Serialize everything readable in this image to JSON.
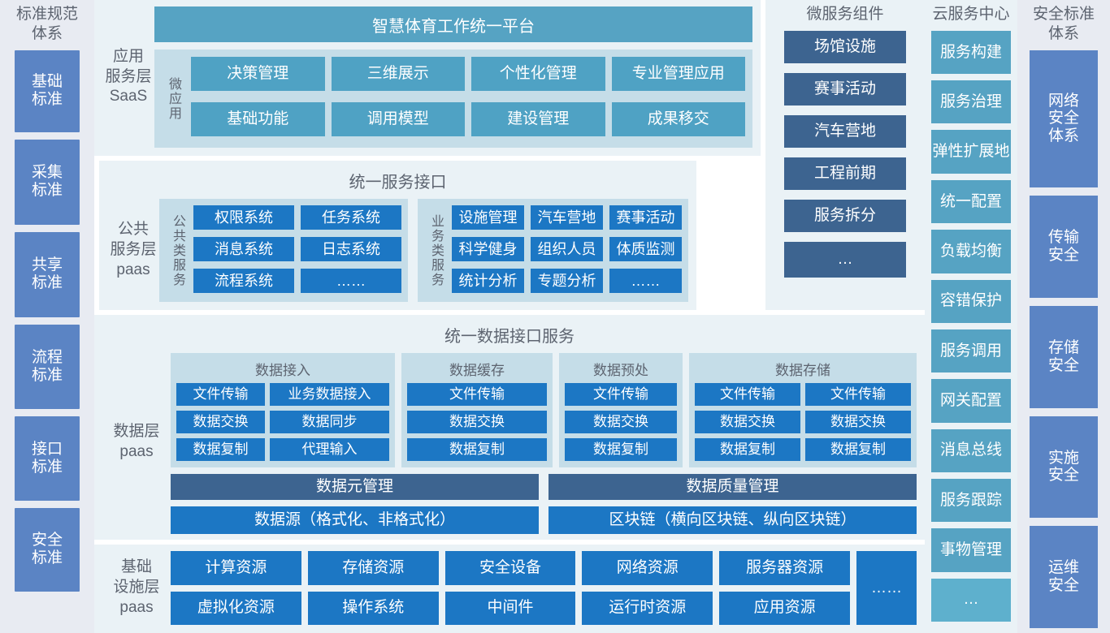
{
  "colors": {
    "panel_bg": "#eaf2f6",
    "inner_bg": "#c5dde8",
    "teal": "#4fa2c4",
    "teal_header": "#56a3c3",
    "bright_blue": "#1c77c4",
    "slate_blue": "#3d6490",
    "periwinkle": "#5b84c4",
    "side_bg": "#e8ebf2",
    "title_text": "#5d6470"
  },
  "standards_column": {
    "title": "标准规范\n体系",
    "title_line1": "标准规范",
    "title_line2": "体系",
    "items": [
      {
        "label": "基础\n标准",
        "l1": "基础",
        "l2": "标准"
      },
      {
        "label": "采集\n标准",
        "l1": "采集",
        "l2": "标准"
      },
      {
        "label": "共享\n标准",
        "l1": "共享",
        "l2": "标准"
      },
      {
        "label": "流程\n标准",
        "l1": "流程",
        "l2": "标准"
      },
      {
        "label": "接口\n标准",
        "l1": "接口",
        "l2": "标准"
      },
      {
        "label": "安全\n标准",
        "l1": "安全",
        "l2": "标准"
      }
    ]
  },
  "application_layer": {
    "layer_label_lines": [
      "应用",
      "服务层",
      "SaaS"
    ],
    "platform_header": "智慧体育工作统一平台",
    "group_label": "微应用",
    "row1": [
      "决策管理",
      "三维展示",
      "个性化管理",
      "专业管理应用"
    ],
    "row2": [
      "基础功能",
      "调用模型",
      "建设管理",
      "成果移交"
    ]
  },
  "microservice_column": {
    "title": "微服务组件",
    "items": [
      "场馆设施",
      "赛事活动",
      "汽车营地",
      "工程前期",
      "服务拆分",
      "…"
    ]
  },
  "service_layer": {
    "header": "统一服务接口",
    "layer_label_lines": [
      "公共",
      "服务层",
      "paas"
    ],
    "groups": [
      {
        "vlabel": "公共类服务",
        "rows": [
          [
            "权限系统",
            "任务系统"
          ],
          [
            "消息系统",
            "日志系统"
          ],
          [
            "流程系统",
            "……"
          ]
        ]
      },
      {
        "vlabel": "业务类服务",
        "rows": [
          [
            "设施管理",
            "汽车营地",
            "赛事活动"
          ],
          [
            "科学健身",
            "组织人员",
            "体质监测"
          ],
          [
            "统计分析",
            "专题分析",
            "……"
          ]
        ]
      }
    ]
  },
  "data_layer": {
    "header": "统一数据接口服务",
    "layer_label_lines": [
      "数据层",
      "paas"
    ],
    "groups": [
      {
        "title": "数据接入",
        "rows": [
          [
            "文件传输",
            "业务数据接入"
          ],
          [
            "数据交换",
            "数据同步"
          ],
          [
            "数据复制",
            "代理输入"
          ]
        ]
      },
      {
        "title": "数据缓存",
        "rows": [
          [
            "文件传输"
          ],
          [
            "数据交换"
          ],
          [
            "数据复制"
          ]
        ]
      },
      {
        "title": "数据预处",
        "rows": [
          [
            "文件传输"
          ],
          [
            "数据交换"
          ],
          [
            "数据复制"
          ]
        ]
      },
      {
        "title": "数据存储",
        "rows": [
          [
            "文件传输",
            "文件传输"
          ],
          [
            "数据交换",
            "数据交换"
          ],
          [
            "数据复制",
            "数据复制"
          ]
        ]
      }
    ],
    "management_row": [
      "数据元管理",
      "数据质量管理"
    ],
    "source_row": [
      "数据源（格式化、非格式化）",
      "区块链（横向区块链、纵向区块链）"
    ]
  },
  "infrastructure_layer": {
    "layer_label_lines": [
      "基础",
      "设施层",
      "paas"
    ],
    "row1": [
      "计算资源",
      "存储资源",
      "安全设备",
      "网络资源",
      "服务器资源"
    ],
    "row2": [
      "虚拟化资源",
      "操作系统",
      "中间件",
      "运行时资源",
      "应用资源"
    ],
    "ellipsis": "……"
  },
  "cloud_column": {
    "title": "云服务中心",
    "items": [
      "服务构建",
      "服务治理",
      "弹性扩展地",
      "统一配置",
      "负载均衡",
      "容错保护",
      "服务调用",
      "网关配置",
      "消息总线",
      "服务跟踪",
      "事物管理",
      "…"
    ]
  },
  "security_column": {
    "title_line1": "安全标准",
    "title_line2": "体系",
    "items": [
      {
        "lines": [
          "网络",
          "安全",
          "体系"
        ]
      },
      {
        "lines": [
          "传输",
          "安全"
        ]
      },
      {
        "lines": [
          "存储",
          "安全"
        ]
      },
      {
        "lines": [
          "实施",
          "安全"
        ]
      },
      {
        "lines": [
          "运维",
          "安全"
        ]
      }
    ]
  }
}
